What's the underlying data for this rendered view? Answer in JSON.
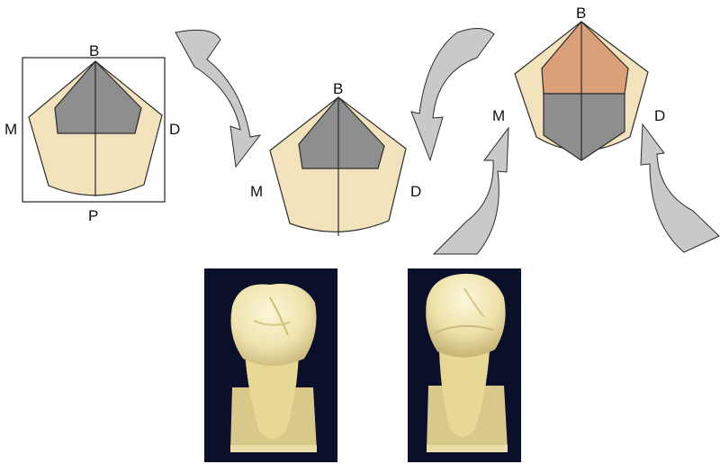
{
  "labels": {
    "buccal": "B",
    "mesial": "M",
    "distal": "D",
    "palatal": "P"
  },
  "colors": {
    "crown_fill": "#F3E3BC",
    "crown_outline": "#2B2B2B",
    "occlusal_table": "#8E8E8E",
    "buccal_cusp_highlight": "#D9A07A",
    "arrow_fill": "#C9C9C9",
    "photo_background": "#0A0F2A",
    "tooth_photo": "#F0E6B8"
  },
  "photos": {
    "left": "tooth-photo-view-1",
    "right": "tooth-photo-view-2"
  }
}
